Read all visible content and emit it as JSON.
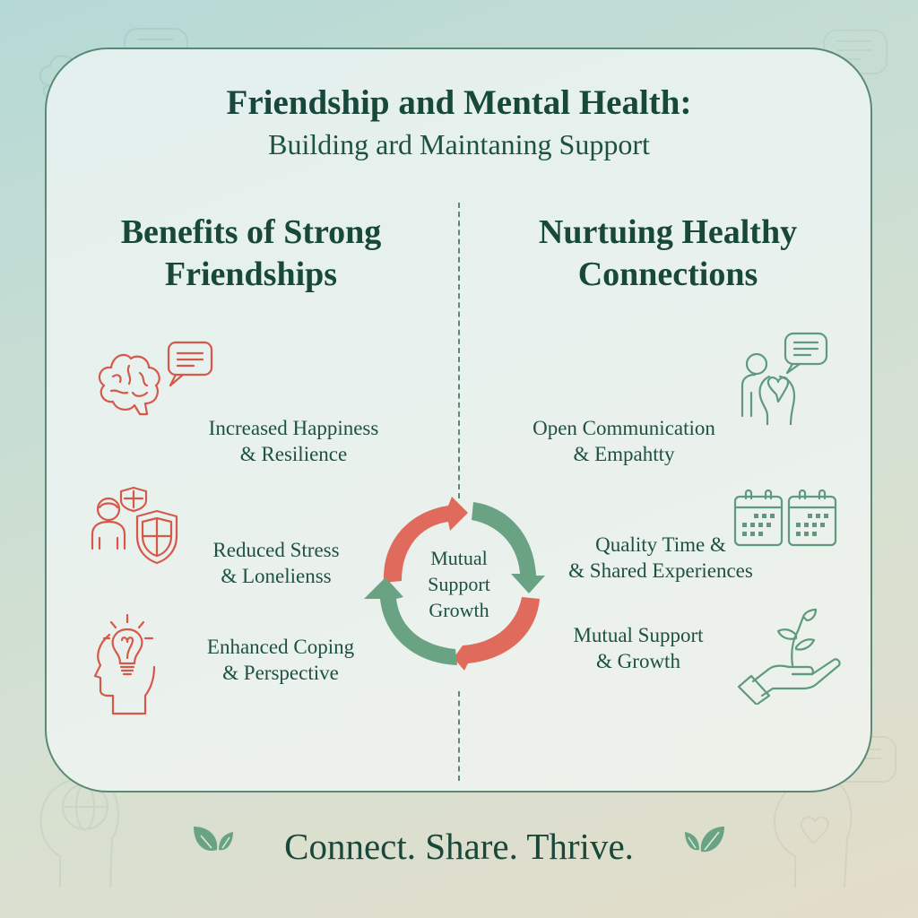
{
  "header": {
    "title": "Friendship and Mental Health:",
    "subtitle": "Building ard Maintaning Support"
  },
  "columns": {
    "left": {
      "heading_line1": "Benefits of Strong",
      "heading_line2": "Friendships",
      "items": [
        {
          "line1": "Increased Happiness",
          "line2": "& Resilience",
          "icon": "brain-speech-bubble-icon"
        },
        {
          "line1": "Reduced Stress",
          "line2": "& Lonelienss",
          "icon": "person-shield-icon"
        },
        {
          "line1": "Enhanced Coping",
          "line2": "& Perspective",
          "icon": "head-lightbulb-icon"
        }
      ]
    },
    "right": {
      "heading_line1": "Nurtuing Healthy",
      "heading_line2": "Connections",
      "items": [
        {
          "line1": "Open Communication",
          "line2": "& Empahtty",
          "icon": "person-heart-speech-icon"
        },
        {
          "line1": "Quality Time &",
          "line2": "& Shared Experiences",
          "icon": "calendars-icon"
        },
        {
          "line1": "Mutual Support",
          "line2": "& Growth",
          "icon": "hand-sprout-icon"
        }
      ]
    }
  },
  "cycle": {
    "line1": "Mutual",
    "line2": "Support",
    "line3": "Growth"
  },
  "footer": {
    "tagline": "Connect. Share. Thrive."
  },
  "colors": {
    "primary_green": "#17483a",
    "accent_green": "#6aa384",
    "accent_coral": "#e06a5c",
    "border": "#5a8a76"
  }
}
